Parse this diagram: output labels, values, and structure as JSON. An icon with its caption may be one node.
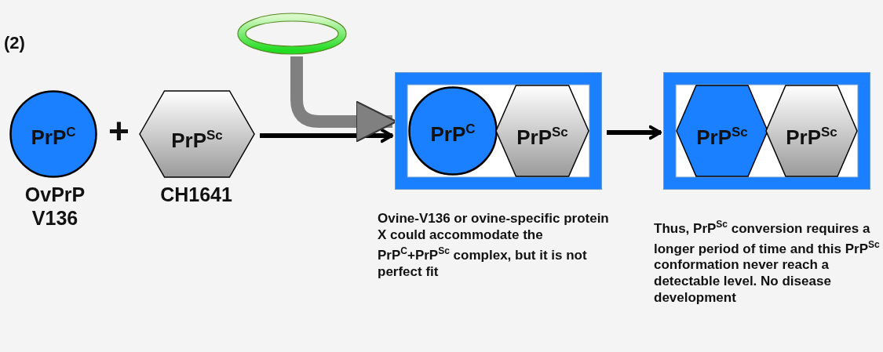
{
  "diagram": {
    "nodes": [
      {
        "text": [
          "PrP$^{C}$"
        ],
        "beside": [
          "OvPrP V136"
        ]
      },
      {
        "text": [
          "PrP$^{Sc}$"
        ],
        "beside": [
          "CH1641"
        ]
      },
      {
        "text": [],
        "shape": "ring"
      },
      {
        "text": [],
        "shape": "box",
        "beside": [
          "Ovine-V136 or ovine-specific protein X could accommodate the PrP$^{C}$+PrP$^{Sc}$ complex, but it is not perfect fit"
        ]
      },
      {
        "text": [
          "PrP$^{C}$"
        ],
        "in": 3
      },
      {
        "text": [
          "PrP$^{Sc}$"
        ],
        "in": 3
      },
      {
        "text": [],
        "shape": "box",
        "beside": [
          "Thus, PrP$^{Sc}$ conversion requires a longer period of time and this PrP$^{Sc}$ conformation never reach a detectable level. No disease development"
        ]
      },
      {
        "text": [
          "PrP$^{Sc}$"
        ],
        "in": 6
      },
      {
        "text": [
          "PrP$^{Sc}$"
        ],
        "in": 6
      }
    ],
    "edges": [
      {
        "from": 1,
        "to": 3,
        "arrow": "to"
      },
      {
        "from": 2,
        "to": 3,
        "arrow": "to",
        "style": "thick",
        "color": "#808080"
      },
      {
        "from": 3,
        "to": 6,
        "arrow": "to"
      }
    ],
    "labels": [
      "(2)",
      "+"
    ]
  }
}
